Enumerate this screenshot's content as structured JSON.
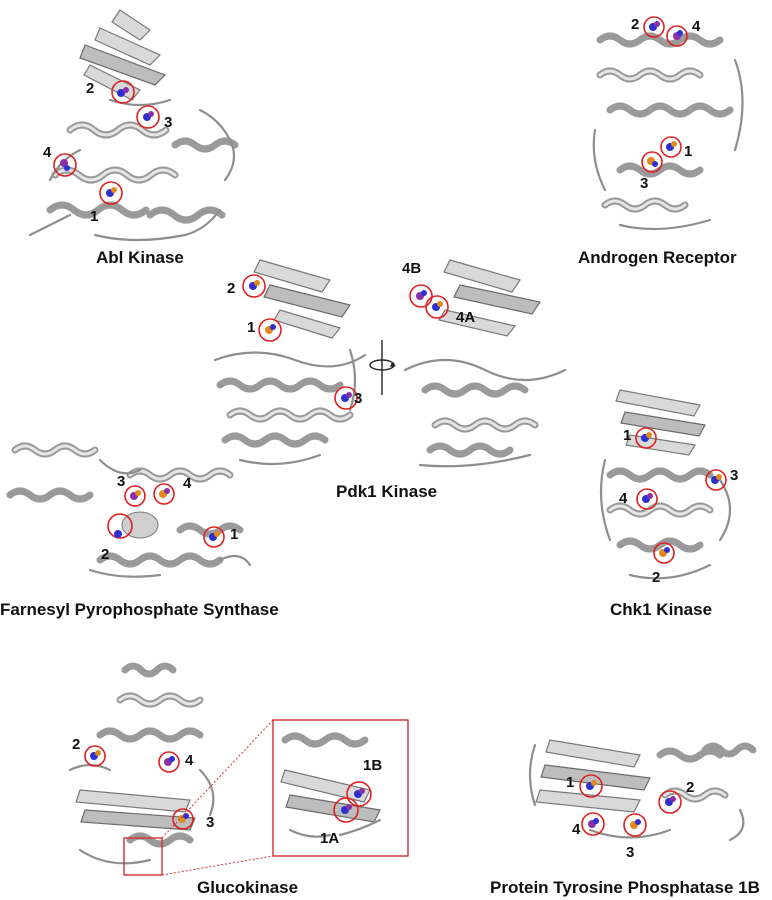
{
  "proteins": {
    "abl": {
      "name": "Abl Kinase",
      "sites": [
        "2",
        "3",
        "4",
        "1"
      ]
    },
    "androgen": {
      "name": "Androgen Receptor",
      "sites": [
        "2",
        "4",
        "1",
        "3"
      ]
    },
    "pdk1": {
      "name": "Pdk1 Kinase",
      "sites": [
        "2",
        "1",
        "3",
        "4B",
        "4A"
      ]
    },
    "fpps": {
      "name": "Farnesyl Pyrophosphate Synthase",
      "sites": [
        "3",
        "4",
        "1",
        "2"
      ]
    },
    "chk1": {
      "name": "Chk1 Kinase",
      "sites": [
        "1",
        "3",
        "4",
        "2"
      ]
    },
    "glucokinase": {
      "name": "Glucokinase",
      "sites": [
        "2",
        "4",
        "3"
      ],
      "zoom_sites": [
        "1B",
        "1A"
      ]
    },
    "ptp1b": {
      "name": "Protein Tyrosine Phosphatase 1B",
      "sites": [
        "1",
        "2",
        "4",
        "3"
      ]
    }
  },
  "colors": {
    "site_ring": "#e02020",
    "ligand_blue": "#2f2fd0",
    "ligand_orange": "#e08a1a",
    "ligand_purple": "#8a2fa8"
  },
  "icons": {
    "rotation": "rotation-arrow-icon"
  }
}
